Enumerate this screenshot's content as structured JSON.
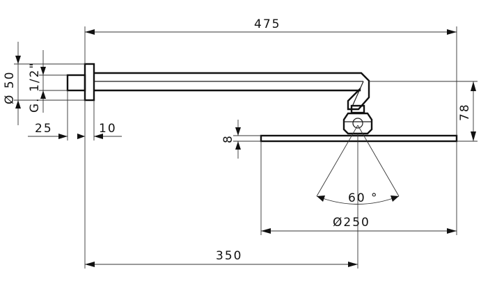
{
  "dimensions": {
    "overall_length": "475",
    "projection": "350",
    "head_diameter": "Ø250",
    "height": "78",
    "head_thickness": "8",
    "flange_diameter": "Ø 50",
    "thread": "G. 1/2\"",
    "thread_length": "25",
    "flange_depth": "10",
    "spray_angle": "60 °"
  }
}
